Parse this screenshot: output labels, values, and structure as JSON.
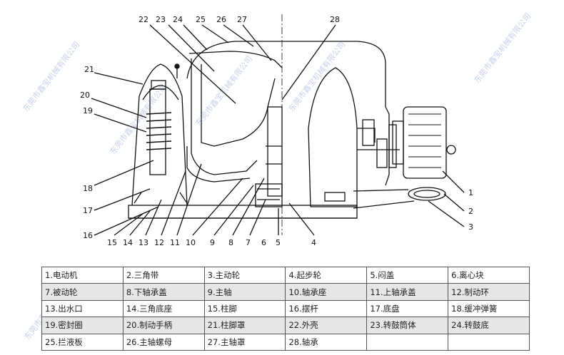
{
  "drawing": {
    "callouts_top": [
      "22",
      "23",
      "24",
      "25",
      "26",
      "27",
      "28"
    ],
    "callouts_left": [
      "21",
      "20",
      "19",
      "18",
      "17",
      "16"
    ],
    "callouts_bottom": [
      "15",
      "14",
      "13",
      "12",
      "11",
      "10",
      "9",
      "8",
      "7",
      "6",
      "5",
      "4"
    ],
    "callouts_right": [
      "1",
      "2",
      "3"
    ]
  },
  "watermark": "东莞市鑫宝机械有限公司",
  "parts_legend": [
    [
      "1.电动机",
      "2.三角带",
      "3.主动轮",
      "4.起步轮",
      "5.闷盖",
      "6.离心块"
    ],
    [
      "7.被动轮",
      "8.下轴承盖",
      "9.主轴",
      "10.轴承座",
      "11.上轴承盖",
      "12.制动环"
    ],
    [
      "13.出水口",
      "14.三角底座",
      "15.柱脚",
      "16.摆杆",
      "17.底盘",
      "18.缓冲弹簧"
    ],
    [
      "19.密封圈",
      "20.制动手柄",
      "21.柱脚罩",
      "22.外壳",
      "23.转鼓筒体",
      "24.转鼓底"
    ],
    [
      "25.拦液板",
      "26.主轴螺母",
      "27.主轴罩",
      "28.轴承",
      "",
      ""
    ]
  ]
}
